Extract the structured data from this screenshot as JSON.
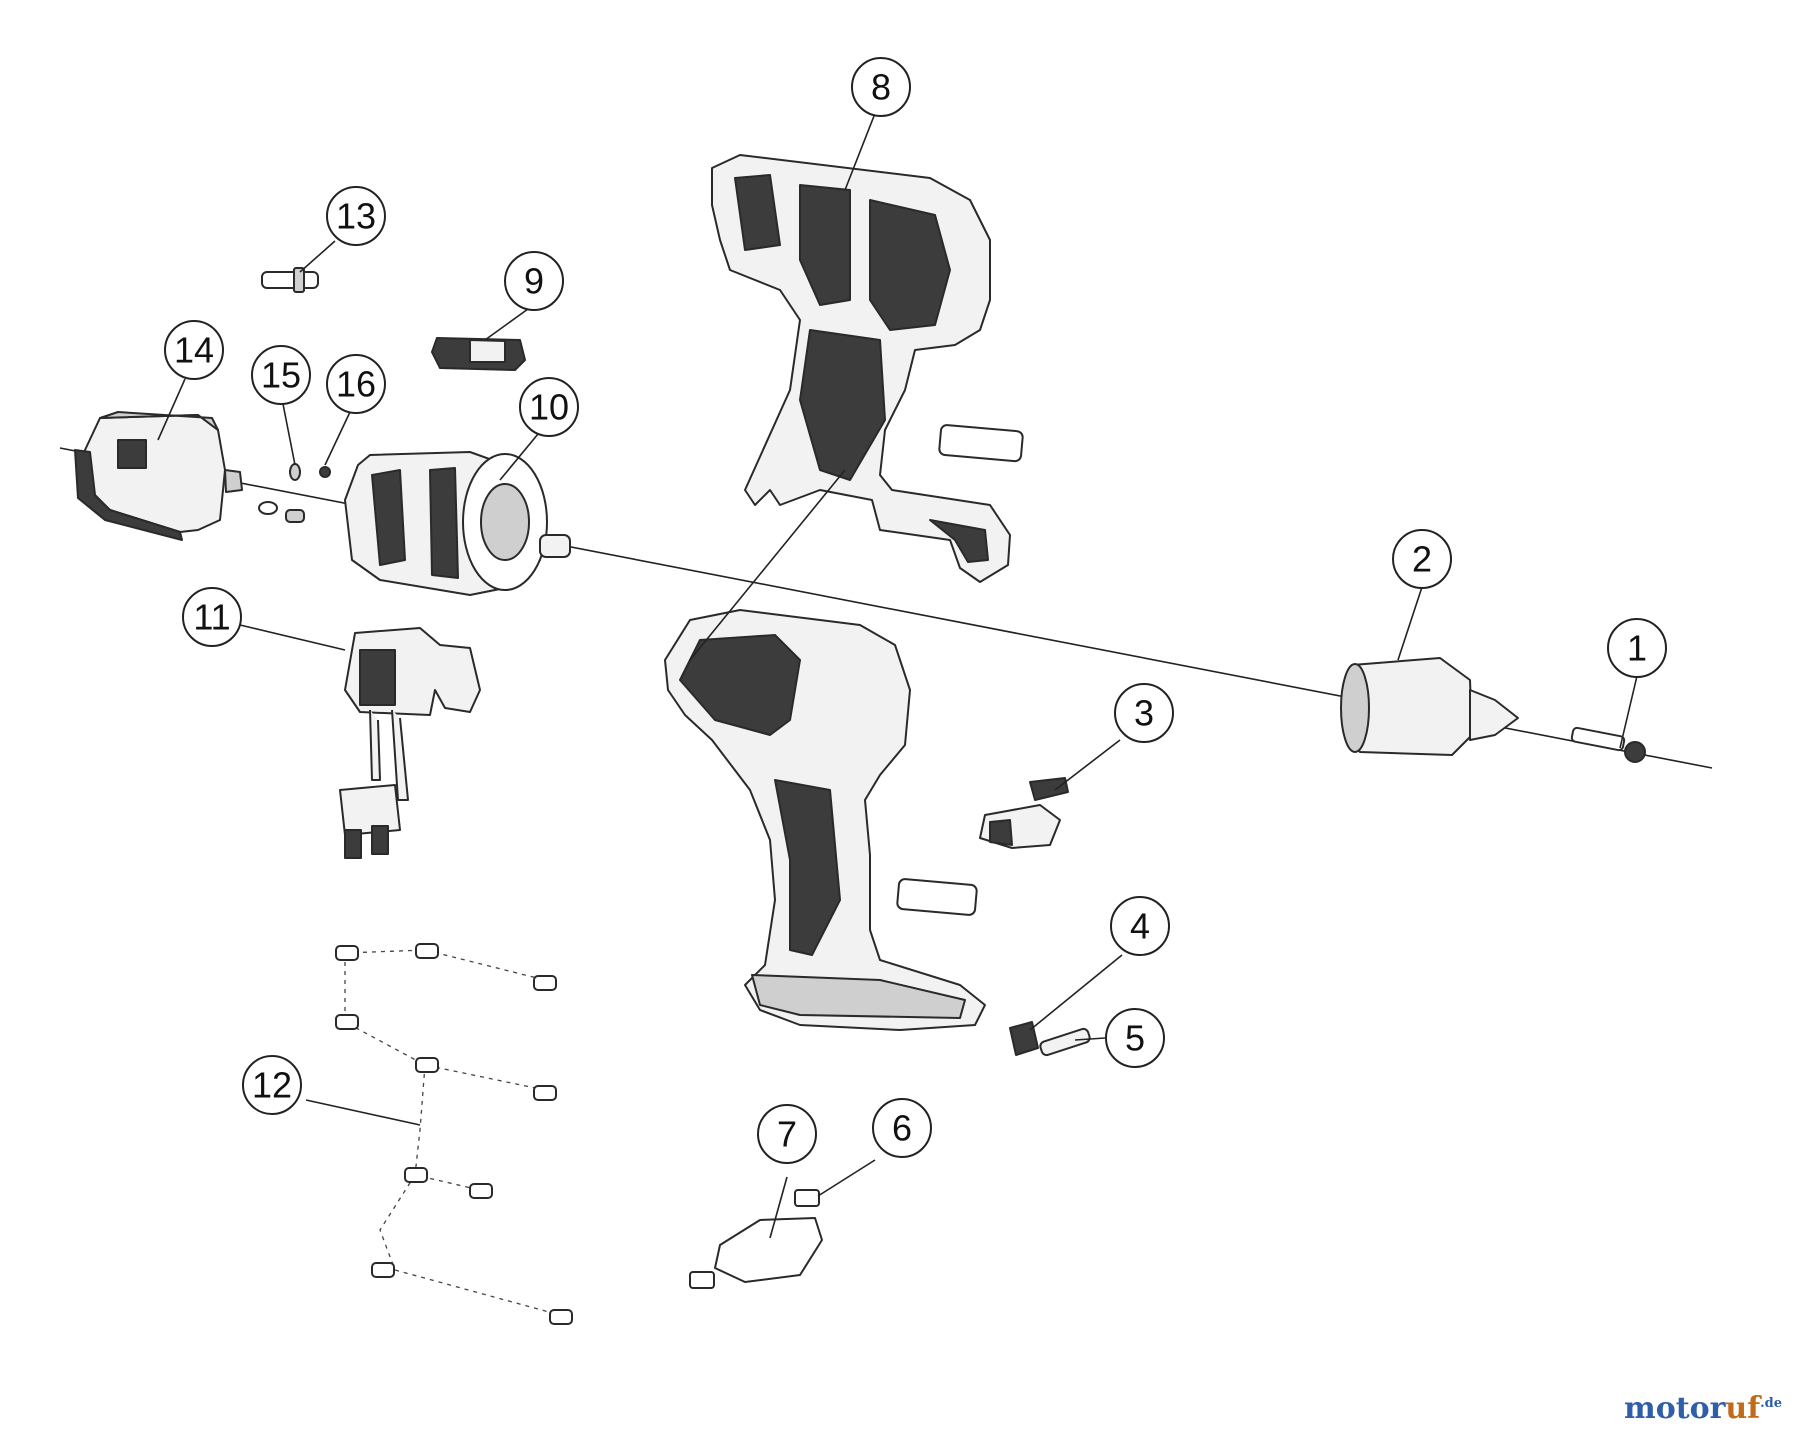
{
  "callouts": {
    "c1": "1",
    "c2": "2",
    "c3": "3",
    "c4": "4",
    "c5": "5",
    "c6": "6",
    "c7": "7",
    "c8": "8",
    "c9": "9",
    "c10": "10",
    "c11": "11",
    "c12": "12",
    "c13": "13",
    "c14": "14",
    "c15": "15",
    "c16": "16"
  },
  "watermark": {
    "main": "motor",
    "accent": "uf",
    "tld": ".de"
  },
  "colors": {
    "line": "#222222",
    "part_fill": "#f2f2f2",
    "part_dark": "#3c3c3c",
    "watermark_blue": "#2f5fa8",
    "watermark_orange": "#c06a1a"
  }
}
